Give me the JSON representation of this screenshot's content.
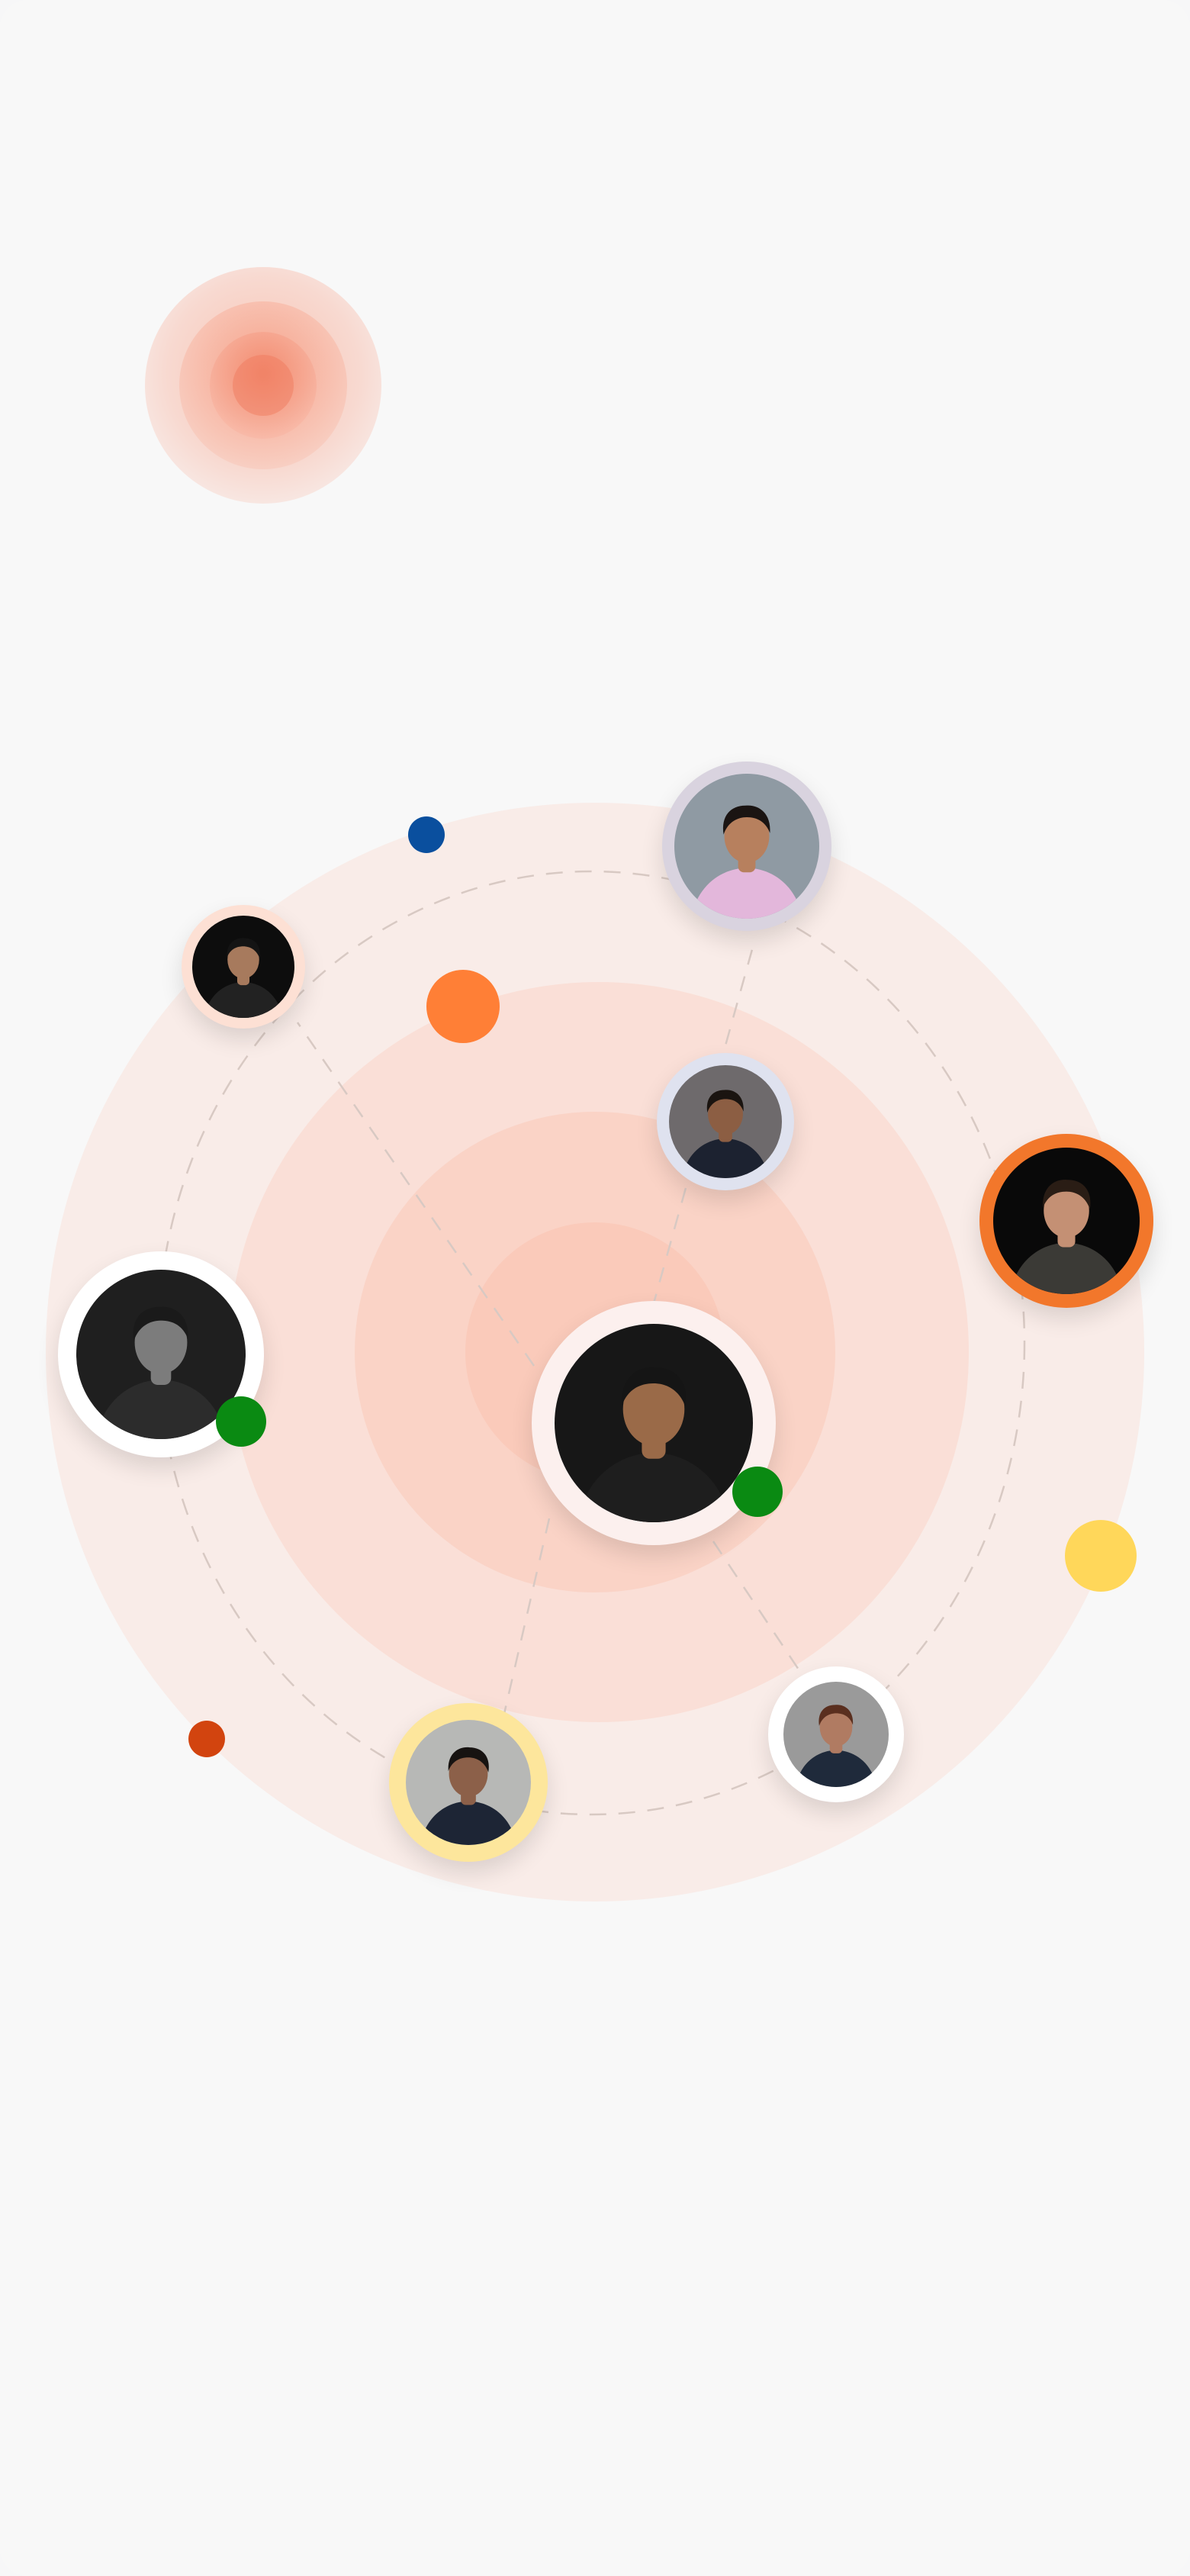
{
  "screen": {
    "background": "#f8f8f8"
  },
  "colors": {
    "accent_orange": "#ff7f36",
    "accent_yellow": "#ffd75a",
    "accent_blue": "#0a4f9e",
    "accent_red": "#d2440f",
    "status_green": "#0a8a12",
    "halo_peach": "#fbd6c8"
  },
  "avatars": [
    {
      "name": "center-user",
      "ring": "#fcf0ee",
      "skin": "#9a6a48",
      "bg": "#171717",
      "clothes": "#1e1e1e",
      "hair": "#151515",
      "online": true
    },
    {
      "name": "woman-top",
      "ring": "#d9d3df",
      "skin": "#b7805e",
      "bg": "#8f9aa3",
      "clothes": "#e3b7db",
      "hair": "#1a1412",
      "online": false
    },
    {
      "name": "man-top-left",
      "ring": "#fde0d4",
      "skin": "#a77a5d",
      "bg": "#0d0d0d",
      "clothes": "#222222",
      "hair": "#141414",
      "online": false
    },
    {
      "name": "man-middle",
      "ring": "#dfe2ef",
      "skin": "#8c5e43",
      "bg": "#6e6a6c",
      "clothes": "#1c2230",
      "hair": "#1a1410",
      "online": false
    },
    {
      "name": "man-right",
      "ring": "#f2772b",
      "skin": "#c49074",
      "bg": "#090909",
      "clothes": "#3b3a36",
      "hair": "#2a1d15",
      "online": false
    },
    {
      "name": "man-left",
      "ring": "#ffffff",
      "skin": "#7c7c7c",
      "bg": "#1f1f1f",
      "clothes": "#2c2c2c",
      "hair": "#1a1a1a",
      "online": true
    },
    {
      "name": "man-bottom",
      "ring": "#fde69c",
      "skin": "#8c6049",
      "bg": "#b7b8b6",
      "clothes": "#1d2535",
      "hair": "#171311",
      "online": false
    },
    {
      "name": "woman-bottom-right",
      "ring": "#ffffff",
      "skin": "#b07b62",
      "bg": "#9a9a9a",
      "clothes": "#1f2a3b",
      "hair": "#5a2f1f",
      "online": false
    }
  ]
}
